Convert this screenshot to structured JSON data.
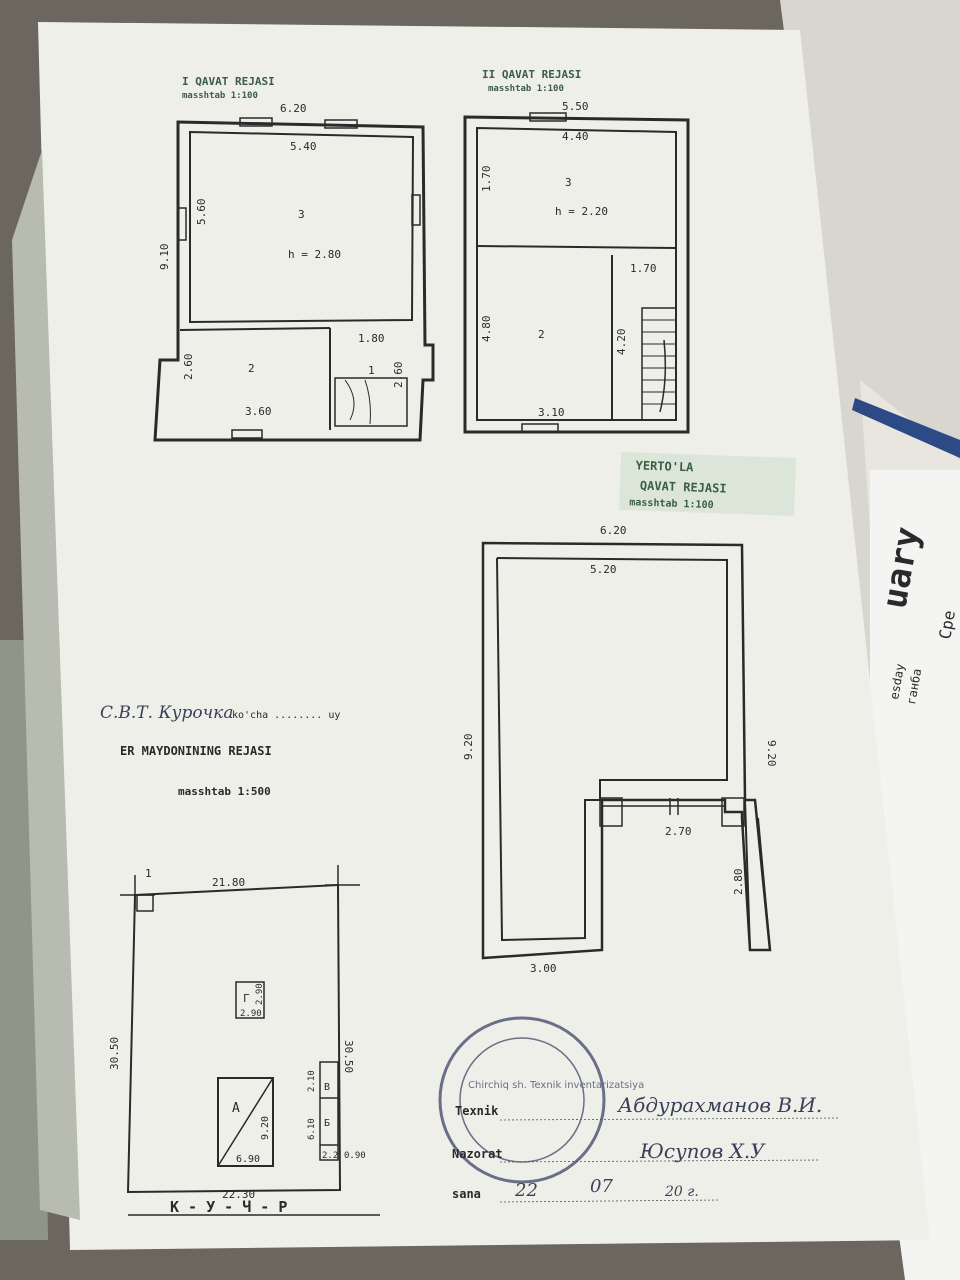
{
  "floor1": {
    "title": "I QAVAT REJASI",
    "scale": "masshtab 1:100",
    "dims": {
      "top_outer": "6.20",
      "top_inner": "5.40",
      "left_outer": "9.10",
      "left_upper": "5.60",
      "room3_h": "h = 2.80",
      "room3": "3",
      "room2": "2",
      "room2_left": "2.60",
      "room2_bottom": "3.60",
      "room1": "1",
      "room1_w": "1.80",
      "room1_h": "2.60"
    }
  },
  "floor2": {
    "title": "II QAVAT REJASI",
    "scale": "masshtab 1:100",
    "dims": {
      "top_outer": "5.50",
      "top_inner": "4.40",
      "room3": "3",
      "room3_left": "1.70",
      "room3_h": "h = 2.20",
      "stair_w": "1.70",
      "room2": "2",
      "room2_left": "4.80",
      "room2_bottom": "3.10",
      "stair_h": "4.20"
    }
  },
  "stamp_green": {
    "line1": "YERTO'LA",
    "line2": "QAVAT REJASI",
    "line3": "masshtab 1:100"
  },
  "basement": {
    "top_outer": "6.20",
    "top_inner": "5.20",
    "left": "9.20",
    "right": "9.20",
    "notch_w": "2.70",
    "notch_h": "2.80",
    "bottom": "3.00"
  },
  "site": {
    "handwritten": "С.В.Т. Курочка",
    "line1_suffix": "ko'cha ........ uy",
    "title": "ER MAYDONINING REJASI",
    "scale": "masshtab 1:500",
    "top": "21.80",
    "left": "30.50",
    "right": "30.50",
    "bottom": "22.30",
    "corner": "1",
    "building_a": "A",
    "building_a_w": "6.90",
    "building_a_h": "9.20",
    "building_g": "Г",
    "building_g_w": "2.90",
    "building_g_h": "2.90",
    "building_v": "В",
    "building_b": "Б",
    "strip_h1": "2.10",
    "strip_h2": "6.10",
    "strip_w": "2.2",
    "strip_side": "0.90",
    "street": "К - У - Ч - Р"
  },
  "signatures": {
    "tech_label": "Texnik",
    "tech_name": "Абдурахманов В.И.",
    "nach_label": "Nazorat",
    "nach_name": "Юсупов Х.У",
    "date_label": "sana",
    "date_day": "22",
    "date_month": "07",
    "date_year": "20 г.",
    "seal_text": "Chirchiq sh. Texnik inventarizatsiya"
  },
  "calendar": {
    "month": "uary",
    "day1": "esday",
    "day2": "ганба",
    "side": "Сре"
  }
}
